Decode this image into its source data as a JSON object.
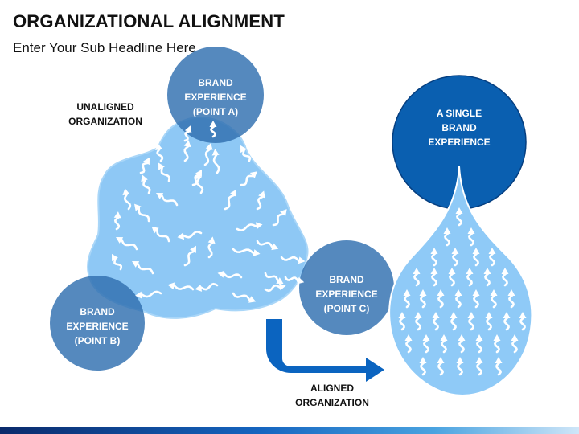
{
  "header": {
    "title": "ORGANIZATIONAL ALIGNMENT",
    "subtitle": "Enter Your Sub Headline Here"
  },
  "labels": {
    "unaligned": [
      "UNALIGNED",
      "ORGANIZATION"
    ],
    "aligned": [
      "ALIGNED",
      "ORGANIZATION"
    ]
  },
  "circles": {
    "point_a": [
      "BRAND",
      "EXPERIENCE",
      "(POINT A)"
    ],
    "point_b": [
      "BRAND",
      "EXPERIENCE",
      "(POINT B)"
    ],
    "point_c": [
      "BRAND",
      "EXPERIENCE",
      "(POINT C)"
    ],
    "single": [
      "A SINGLE",
      "BRAND",
      "EXPERIENCE"
    ]
  },
  "colors": {
    "circle_blue": "#2f6fb0",
    "single_blue": "#0a5fb0",
    "blob_light": "#8ec8f5",
    "drop_light": "#8fcaf7",
    "arrow_blue": "#0b64c0"
  }
}
